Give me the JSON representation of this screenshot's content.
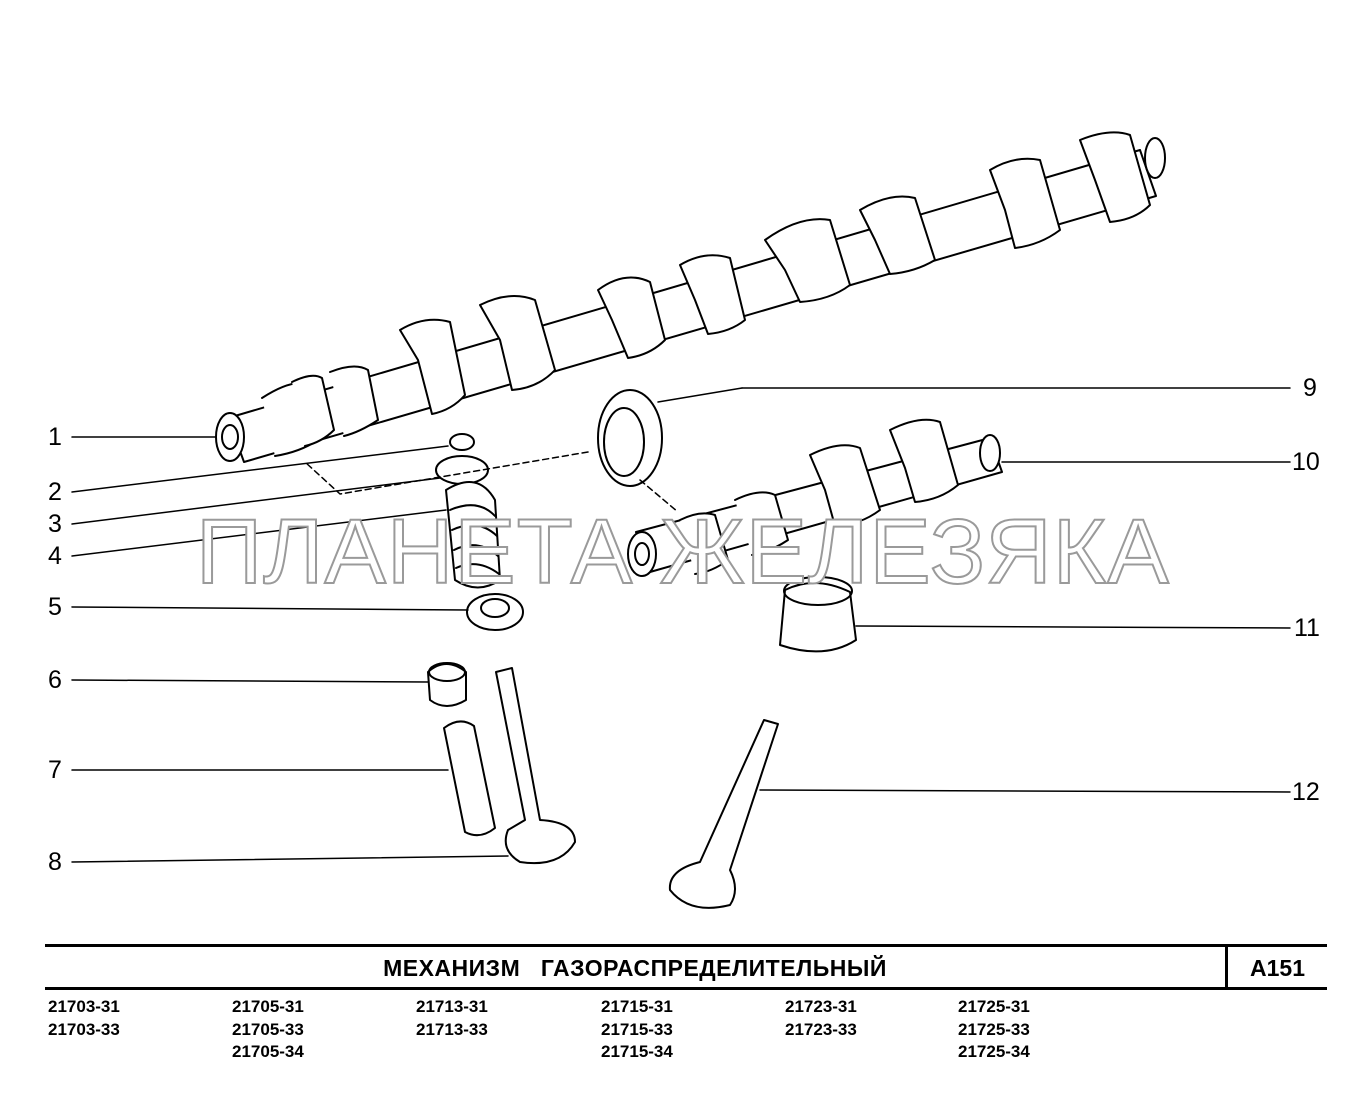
{
  "title": "МЕХАНИЗМ   ГАЗОРАСПРЕДЕЛИТЕЛЬНЫЙ",
  "page_code": "А151",
  "watermark": "ПЛАНЕТА ЖЕЛЕЗЯКА",
  "callouts": [
    "1",
    "2",
    "3",
    "4",
    "5",
    "6",
    "7",
    "8",
    "9",
    "10",
    "11",
    "12"
  ],
  "models": [
    [
      "21703-31",
      "21703-33"
    ],
    [
      "21705-31",
      "21705-33",
      "21705-34"
    ],
    [
      "21713-31",
      "21713-33"
    ],
    [
      "21715-31",
      "21715-33",
      "21715-34"
    ],
    [
      "21723-31",
      "21723-33"
    ],
    [
      "21725-31",
      "21725-33",
      "21725-34"
    ]
  ]
}
